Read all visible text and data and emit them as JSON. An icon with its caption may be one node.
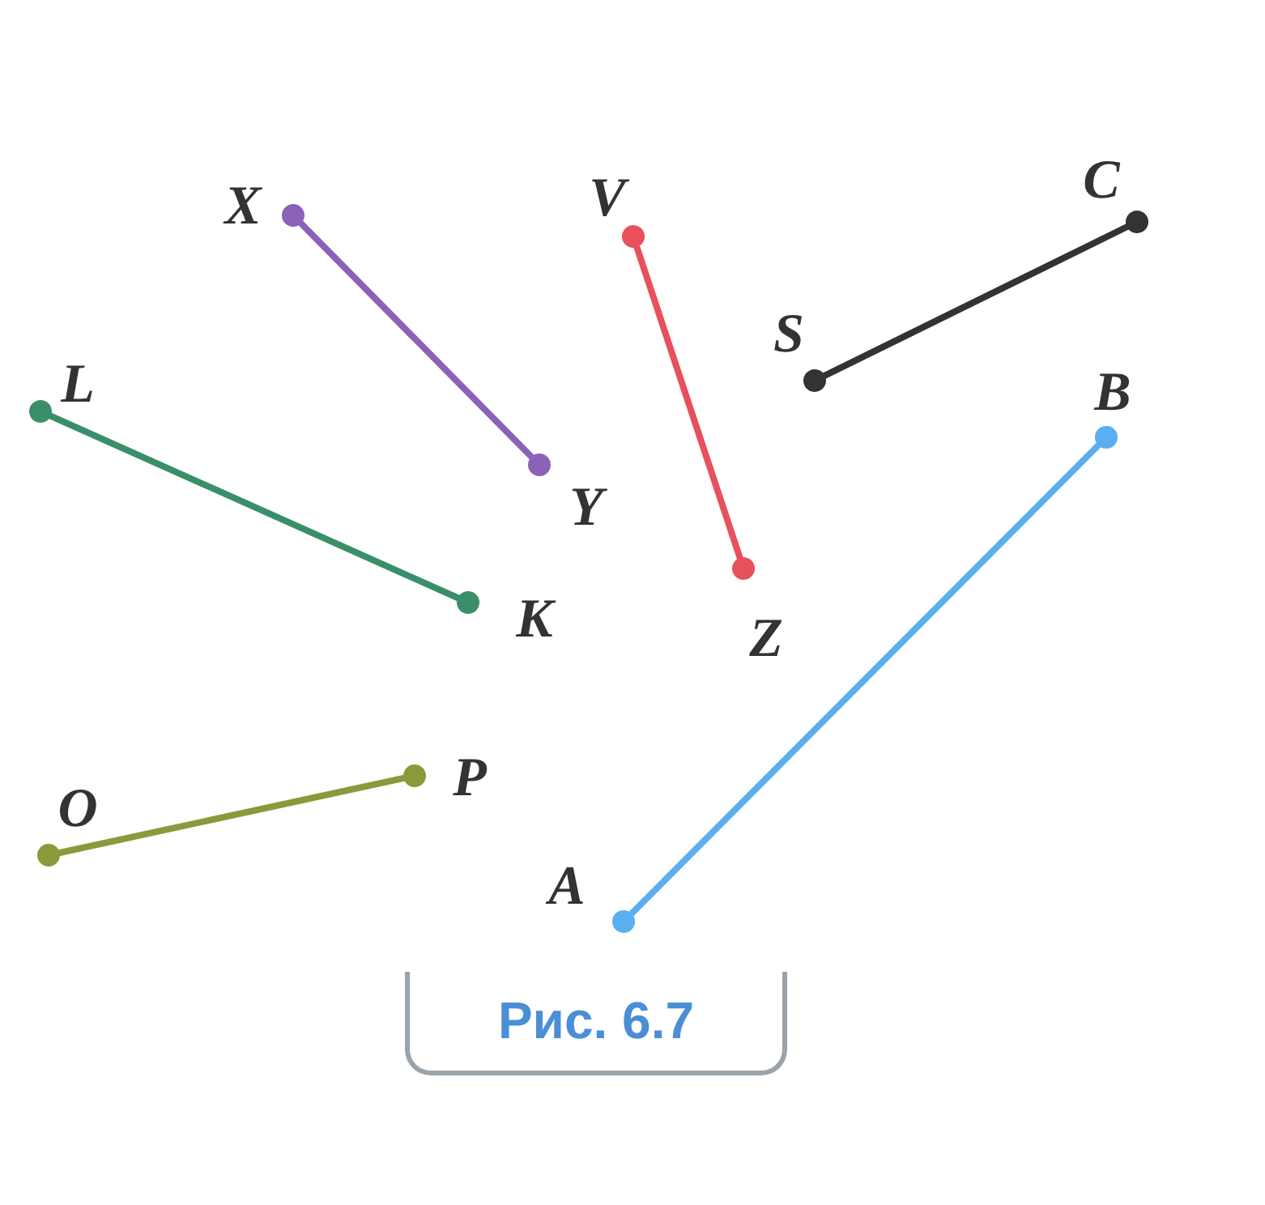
{
  "diagram": {
    "caption": "Рис. 6.7",
    "nodes": [
      {
        "text": [
          "X"
        ]
      },
      {
        "text": [
          "Y"
        ]
      },
      {
        "text": [
          "V"
        ]
      },
      {
        "text": [
          "Z"
        ]
      },
      {
        "text": [
          "S"
        ]
      },
      {
        "text": [
          "C"
        ]
      },
      {
        "text": [
          "L"
        ]
      },
      {
        "text": [
          "K"
        ]
      },
      {
        "text": [
          "B"
        ]
      },
      {
        "text": [
          "O"
        ]
      },
      {
        "text": [
          "P"
        ]
      },
      {
        "text": [
          "A"
        ]
      }
    ],
    "edges": [
      {
        "from": 0,
        "to": 1,
        "arrow": "other",
        "color": "#8b62b8"
      },
      {
        "from": 2,
        "to": 3,
        "arrow": "other",
        "color": "#e8505b"
      },
      {
        "from": 4,
        "to": 5,
        "arrow": "other",
        "color": "#333333"
      },
      {
        "from": 6,
        "to": 7,
        "arrow": "other",
        "color": "#3a8f6a"
      },
      {
        "from": 11,
        "to": 8,
        "arrow": "other",
        "color": "#5aaff0"
      },
      {
        "from": 9,
        "to": 10,
        "arrow": "other",
        "color": "#8a9a3a"
      }
    ]
  }
}
